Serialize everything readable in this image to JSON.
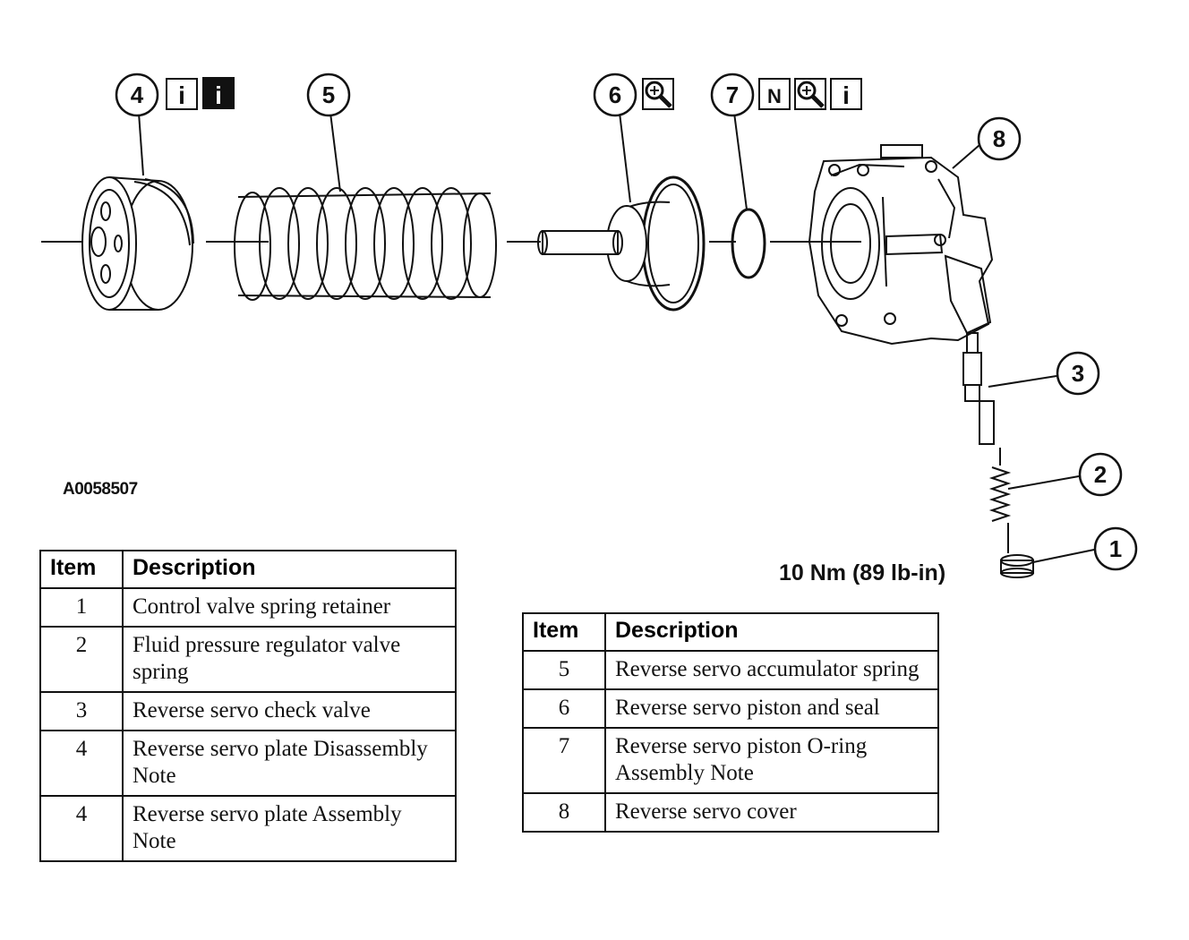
{
  "figure_id": "A0058507",
  "torque_spec": "10 Nm (89 lb-in)",
  "callouts": [
    {
      "number": "1"
    },
    {
      "number": "2"
    },
    {
      "number": "3"
    },
    {
      "number": "4",
      "badges": [
        "info-icon",
        "info-icon-solid"
      ]
    },
    {
      "number": "5"
    },
    {
      "number": "6",
      "badges": [
        "magnifier-icon"
      ]
    },
    {
      "number": "7",
      "badges": [
        "n-icon",
        "magnifier-icon",
        "info-icon"
      ],
      "badge_text": "N"
    },
    {
      "number": "8"
    }
  ],
  "info_glyph": "i",
  "table_left": {
    "headers": [
      "Item",
      "Description"
    ],
    "rows": [
      {
        "item": "1",
        "description": "Control valve spring retainer"
      },
      {
        "item": "2",
        "description": "Fluid pressure regulator valve spring"
      },
      {
        "item": "3",
        "description": "Reverse servo check valve"
      },
      {
        "item": "4",
        "description": "Reverse servo plate Disassembly Note"
      },
      {
        "item": "4",
        "description": "Reverse servo plate Assembly Note"
      }
    ]
  },
  "table_right": {
    "headers": [
      "Item",
      "Description"
    ],
    "rows": [
      {
        "item": "5",
        "description": "Reverse servo accumulator spring"
      },
      {
        "item": "6",
        "description": "Reverse servo piston and seal"
      },
      {
        "item": "7",
        "description": "Reverse servo piston O-ring Assembly Note"
      },
      {
        "item": "8",
        "description": "Reverse servo cover"
      }
    ]
  },
  "colors": {
    "ink": "#111111",
    "paper": "#ffffff"
  }
}
